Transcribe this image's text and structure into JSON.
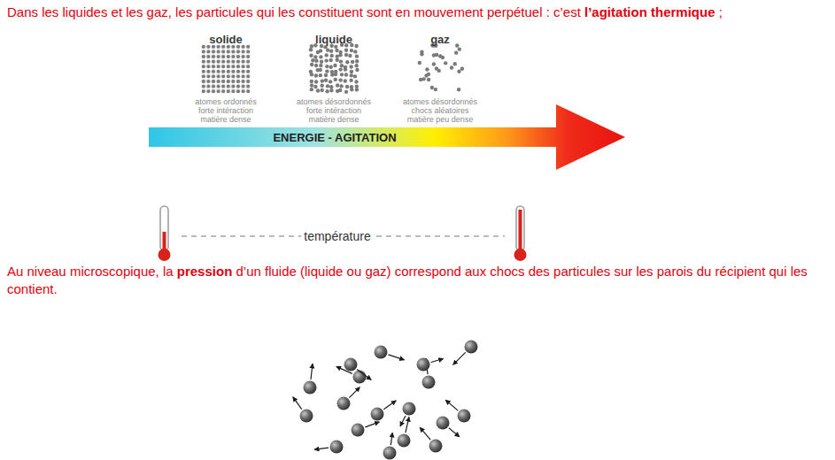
{
  "diagram": {
    "nodes": [
      {
        "text": [
          "ENERGIE - AGITATION"
        ]
      }
    ],
    "labels": [
      "Dans les liquides et les gaz, les particules qui les constituent sont en mouvement perpétuel : c’est",
      "l’agitation thermique",
      ";",
      "solide",
      "liquide",
      "gaz",
      "atomes ordonnés",
      "forte intéraction",
      "matière dense",
      "atomes désordonnés",
      "forte intéraction",
      "matière dense",
      "atomes désordonnés",
      "chocs aléatoires",
      "matière peu dense",
      "température",
      "Au niveau microscopique, la",
      "pression",
      "d’un fluide (liquide ou gaz) correspond aux chocs des particules sur les parois du récipient qui les contient."
    ]
  }
}
